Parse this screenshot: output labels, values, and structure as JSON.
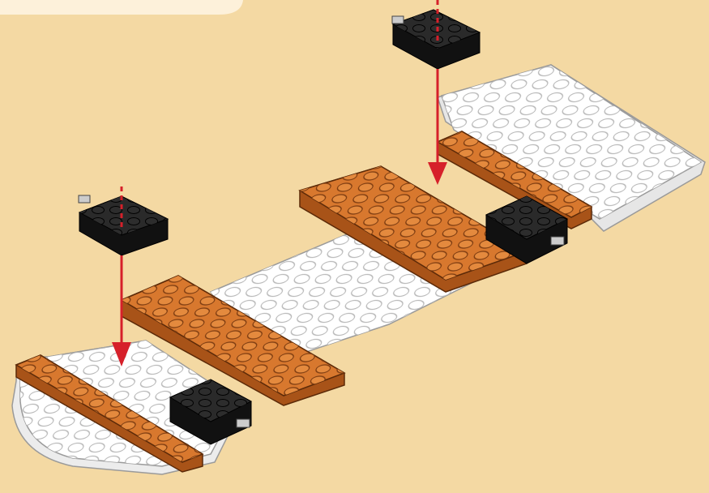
{
  "colors": {
    "background": "#f4d9a3",
    "panel": "#fdf1da",
    "white_plate": "#ffffff",
    "orange_plate": "#d8782e",
    "black_brick": "#1d1d1d",
    "arrow": "#d6202a"
  },
  "steps": [
    {
      "part": "black-clip-plate",
      "target": "front-axle-mount"
    },
    {
      "part": "black-clip-plate",
      "target": "rear-axle-mount"
    }
  ]
}
